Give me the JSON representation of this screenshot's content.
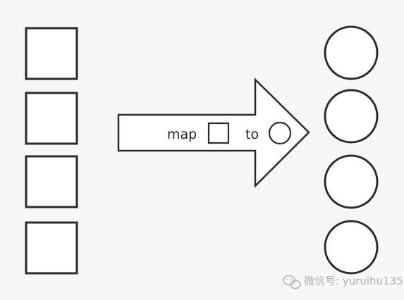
{
  "diagram": {
    "left_shape": "square",
    "right_shape": "circle",
    "left_count": 4,
    "right_count": 4,
    "arrow": {
      "word_map": "map",
      "word_to": "to",
      "source_icon": "square-icon",
      "target_icon": "circle-icon"
    }
  },
  "watermark": {
    "icon": "wechat-icon",
    "text": "微信号: yuruihu135"
  },
  "colors": {
    "stroke": "#2b2b2b",
    "fill": "#ffffff",
    "background": "#f7f7f7",
    "watermark": "#b0b0b0"
  }
}
